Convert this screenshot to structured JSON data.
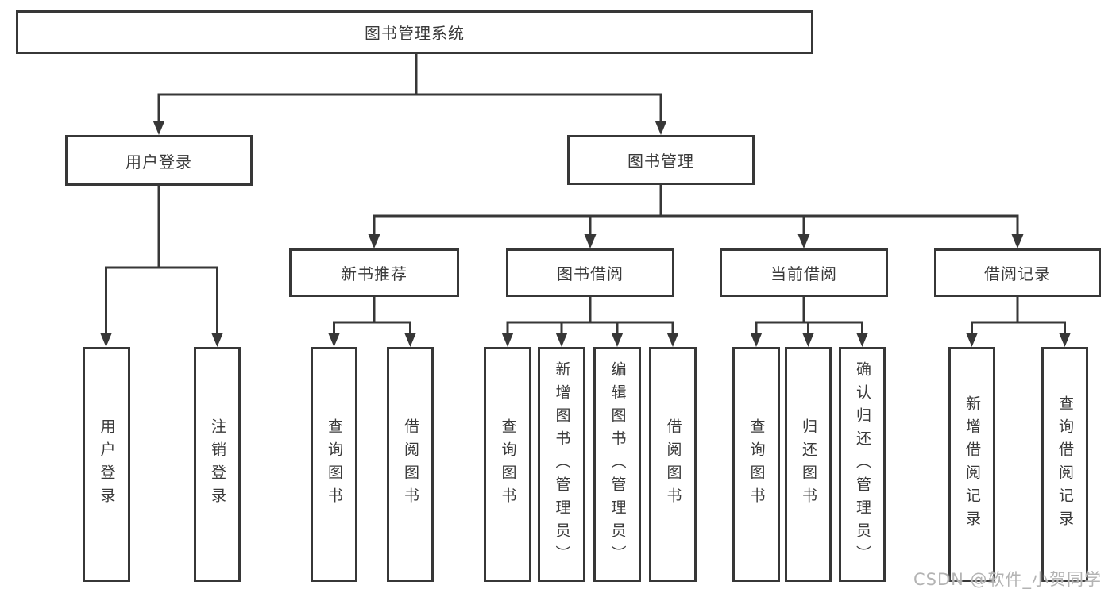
{
  "tree": {
    "label": "图书管理系统",
    "children": [
      {
        "label": "用户登录",
        "children": [
          {
            "label": "用户登录"
          },
          {
            "label": "注销登录"
          }
        ]
      },
      {
        "label": "图书管理",
        "children": [
          {
            "label": "新书推荐",
            "children": [
              {
                "label": "查询图书"
              },
              {
                "label": "借阅图书"
              }
            ]
          },
          {
            "label": "图书借阅",
            "children": [
              {
                "label": "查询图书"
              },
              {
                "label": "新增图书（管理员）"
              },
              {
                "label": "编辑图书（管理员）"
              },
              {
                "label": "借阅图书"
              }
            ]
          },
          {
            "label": "当前借阅",
            "children": [
              {
                "label": "查询图书"
              },
              {
                "label": "归还图书"
              },
              {
                "label": "确认归还（管理员）"
              }
            ]
          },
          {
            "label": "借阅记录",
            "children": [
              {
                "label": "新增借阅记录"
              },
              {
                "label": "查询借阅记录"
              }
            ]
          }
        ]
      }
    ]
  },
  "watermark": {
    "text": "CSDN @软件_小贺同学"
  },
  "colors": {
    "line": "#373737",
    "text": "#3a3a3a",
    "background": "#ffffff",
    "watermark": "#b3b3b3"
  }
}
